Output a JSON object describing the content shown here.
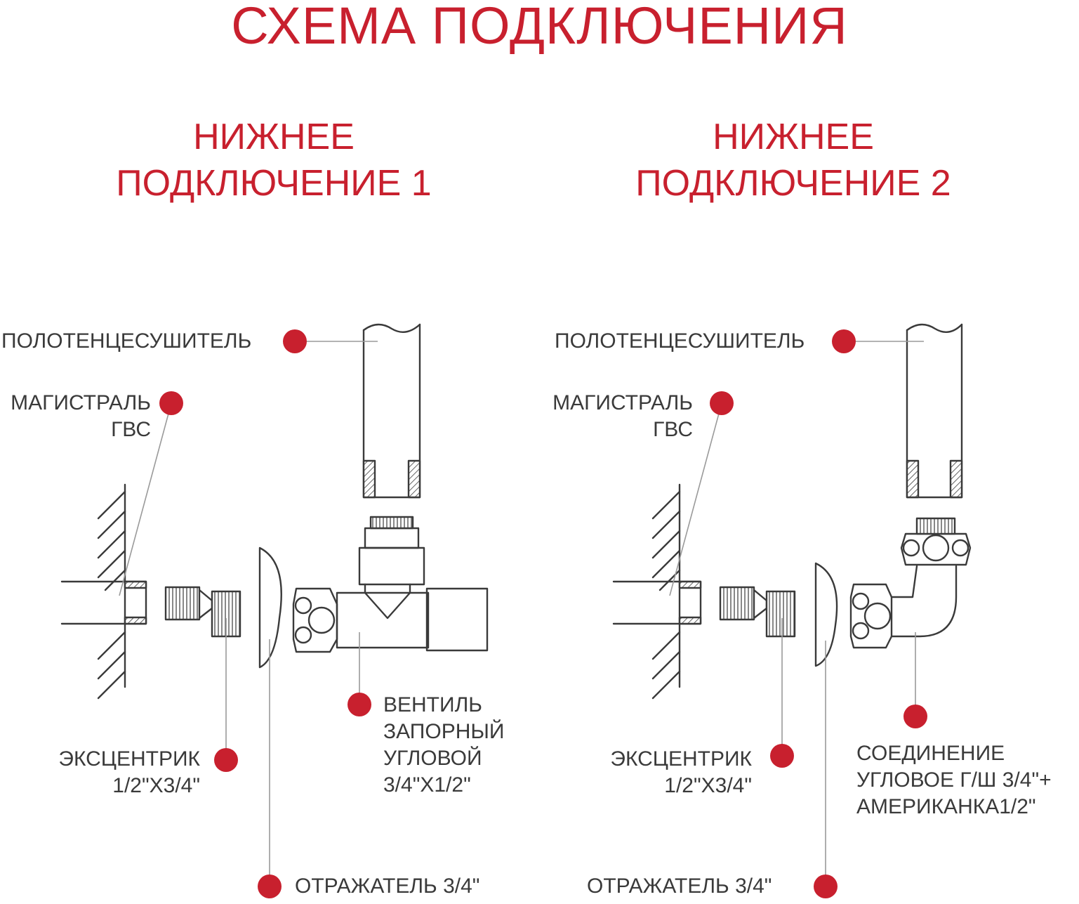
{
  "colors": {
    "accent": "#c8202e",
    "stroke": "#3a3a3a",
    "leader": "#9a9a9a",
    "text": "#3a3a3a"
  },
  "title": "СХЕМА  ПОДКЛЮЧЕНИЯ",
  "left": {
    "heading_1": "НИЖНЕЕ",
    "heading_2": "ПОДКЛЮЧЕНИЕ 1",
    "towel": "ПОЛОТЕНЦЕСУШИТЕЛЬ",
    "main_1": "МАГИСТРАЛЬ",
    "main_2": "ГВС",
    "ecc_1": "ЭКСЦЕНТРИК",
    "ecc_2": "1/2\"Х3/4\"",
    "valve_1": "ВЕНТИЛЬ",
    "valve_2": "ЗАПОРНЫЙ",
    "valve_3": "УГЛОВОЙ",
    "valve_4": "3/4\"Х1/2\"",
    "refl": "ОТРАЖАТЕЛЬ 3/4\""
  },
  "right": {
    "heading_1": "НИЖНЕЕ",
    "heading_2": "ПОДКЛЮЧЕНИЕ 2",
    "towel": "ПОЛОТЕНЦЕСУШИТЕЛЬ",
    "main_1": "МАГИСТРАЛЬ",
    "main_2": "ГВС",
    "ecc_1": "ЭКСЦЕНТРИК",
    "ecc_2": "1/2\"Х3/4\"",
    "conn_1": "СОЕДИНЕНИЕ",
    "conn_2": "УГЛОВОЕ Г/Ш 3/4\"+",
    "conn_3": "АМЕРИКАНКА1/2\"",
    "refl": "ОТРАЖАТЕЛЬ 3/4\""
  }
}
